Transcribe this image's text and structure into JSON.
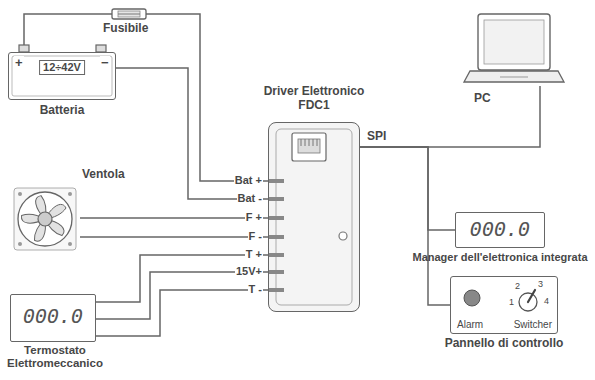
{
  "diagram": {
    "nodes": [
      {
        "text": [
          "12÷42V",
          "Batteria"
        ]
      },
      {
        "text": [
          "Driver Elettronico FDC1"
        ]
      },
      {
        "text": [
          "Ventola"
        ]
      },
      {
        "text": [
          "000.0",
          "Termostato Elettromeccanico"
        ]
      },
      {
        "text": [
          "PC"
        ]
      },
      {
        "text": [
          "000.0",
          "Manager dell'elettronica integrata"
        ]
      },
      {
        "text": [
          "Alarm",
          "Switcher",
          "Pannello di controllo"
        ]
      }
    ],
    "edges": [
      {
        "from": 0,
        "to": 1,
        "arrow": "none"
      },
      {
        "from": 0,
        "to": 1,
        "arrow": "none"
      },
      {
        "from": 2,
        "to": 1,
        "arrow": "none"
      },
      {
        "from": 2,
        "to": 1,
        "arrow": "none"
      },
      {
        "from": 3,
        "to": 1,
        "arrow": "none"
      },
      {
        "from": 3,
        "to": 1,
        "arrow": "none"
      },
      {
        "from": 3,
        "to": 1,
        "arrow": "none"
      },
      {
        "from": 1,
        "to": 4,
        "arrow": "none"
      },
      {
        "from": 1,
        "to": 5,
        "arrow": "none"
      },
      {
        "from": 1,
        "to": 6,
        "arrow": "none"
      }
    ],
    "labels": [
      "Fusibile",
      "+",
      "−",
      "Bat +",
      "Bat -",
      "F +",
      "F -",
      "T +",
      "15V+",
      "T -",
      "SPI",
      "1",
      "2",
      "3",
      "4"
    ]
  }
}
